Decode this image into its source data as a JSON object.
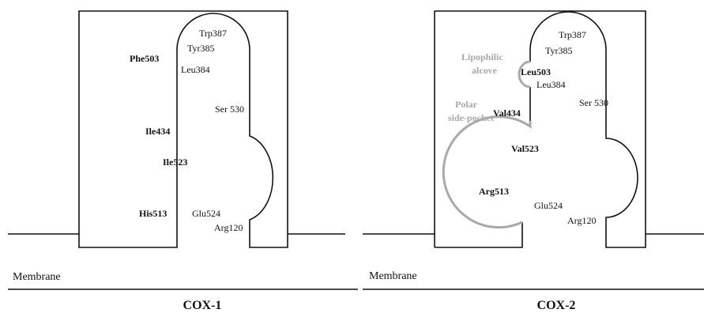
{
  "colors": {
    "line": "#111111",
    "pocket_outline": "#a9a9a9",
    "background": "#ffffff"
  },
  "membrane_label": "Membrane",
  "cox1": {
    "title": "COX-1",
    "residues": {
      "trp387": "Trp387",
      "tyr385": "Tyr385",
      "phe503": "Phe503",
      "leu384": "Leu384",
      "ser530": "Ser 530",
      "ile434": "Ile434",
      "ile523": "Ile523",
      "his513": "His513",
      "glu524": "Glu524",
      "arg120": "Arg120"
    }
  },
  "cox2": {
    "title": "COX-2",
    "pockets": {
      "lipophilic_line1": "Lipophilic",
      "lipophilic_line2": "alcove",
      "polar_line1": "Polar",
      "polar_line2": "side-pocket"
    },
    "residues": {
      "trp387": "Trp387",
      "tyr385": "Tyr385",
      "leu503": "Leu503",
      "leu384": "Leu384",
      "ser530": "Ser 530",
      "val434": "Val434",
      "val523": "Val523",
      "arg513": "Arg513",
      "glu524": "Glu524",
      "arg120": "Arg120"
    }
  }
}
